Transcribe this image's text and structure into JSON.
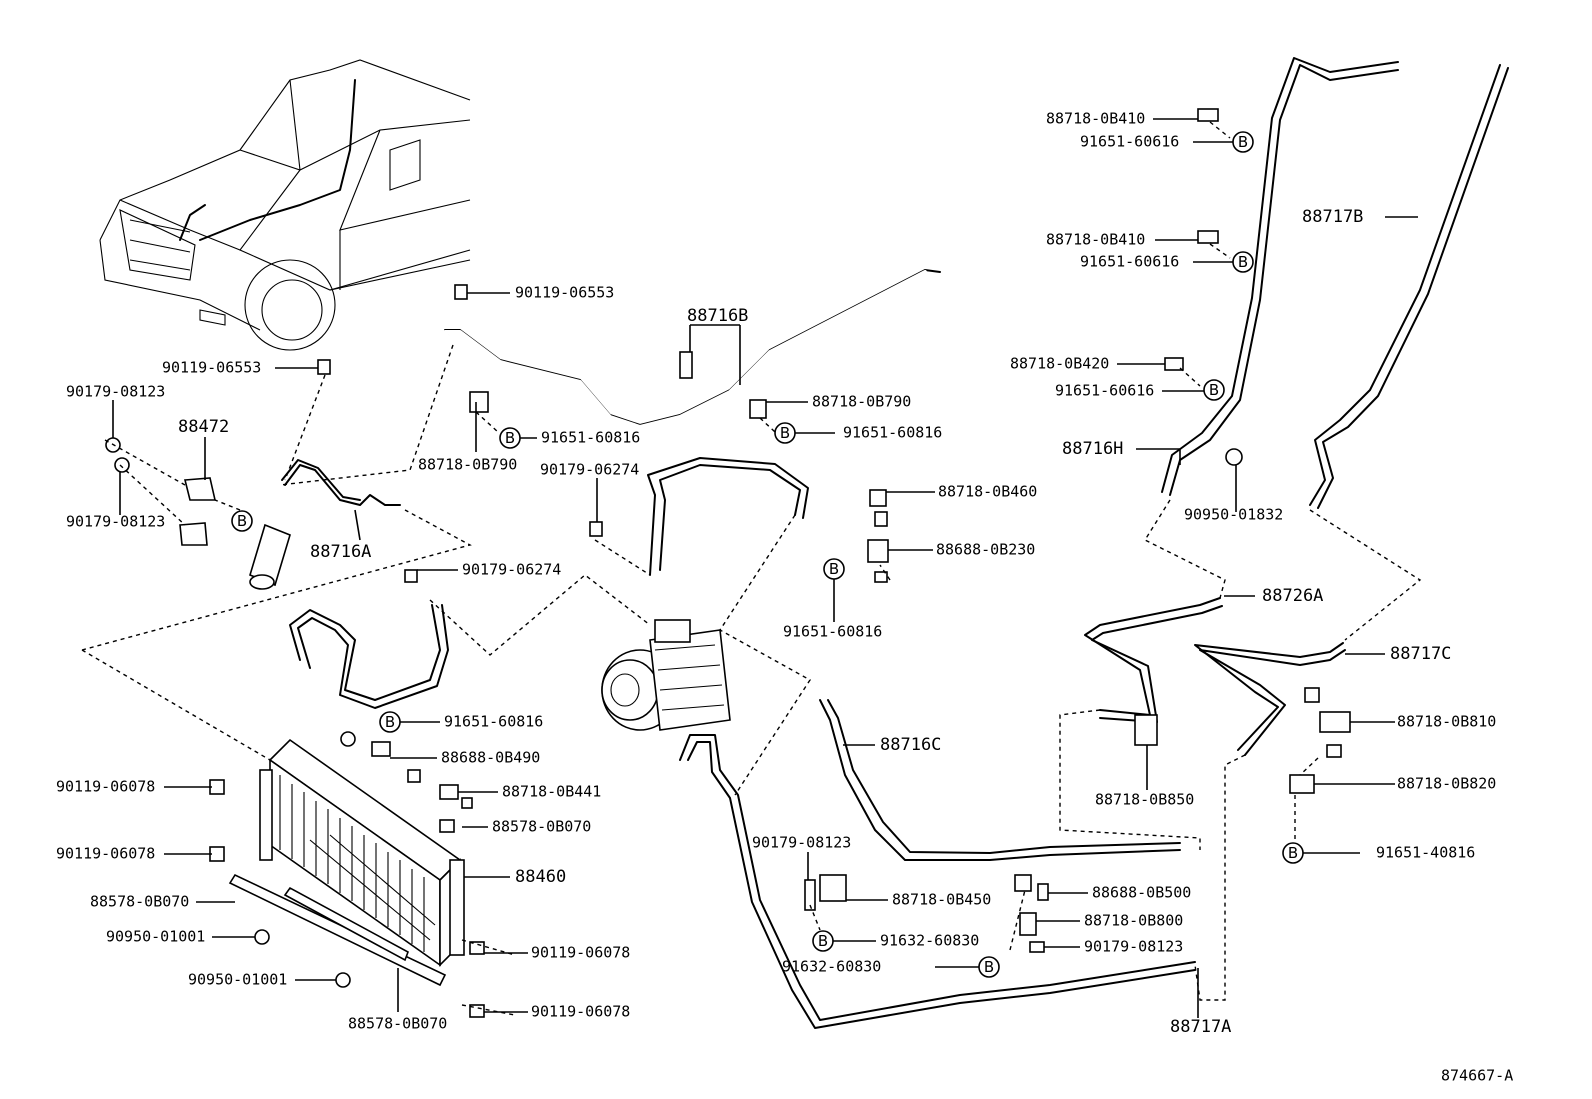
{
  "diagram_id": "874667-A",
  "marker_letter": "B",
  "labels": [
    {
      "key": "l_88718_0B410_a",
      "text": "88718-0B410"
    },
    {
      "key": "l_91651_60616_a",
      "text": "91651-60616"
    },
    {
      "key": "l_88718_0B410_b",
      "text": "88718-0B410"
    },
    {
      "key": "l_91651_60616_b",
      "text": "91651-60616"
    },
    {
      "key": "l_88717B",
      "text": "88717B"
    },
    {
      "key": "l_88718_0B420",
      "text": "88718-0B420"
    },
    {
      "key": "l_91651_60616_c",
      "text": "91651-60616"
    },
    {
      "key": "l_88716H",
      "text": "88716H"
    },
    {
      "key": "l_90950_01832",
      "text": "90950-01832"
    },
    {
      "key": "l_88726A",
      "text": "88726A"
    },
    {
      "key": "l_88717C",
      "text": "88717C"
    },
    {
      "key": "l_88718_0B810",
      "text": "88718-0B810"
    },
    {
      "key": "l_88718_0B820",
      "text": "88718-0B820"
    },
    {
      "key": "l_91651_40816",
      "text": "91651-40816"
    },
    {
      "key": "l_88718_0B850",
      "text": "88718-0B850"
    },
    {
      "key": "l_90119_06553_a",
      "text": "90119-06553"
    },
    {
      "key": "l_88716B",
      "text": "88716B"
    },
    {
      "key": "l_88718_0B790_a",
      "text": "88718-0B790"
    },
    {
      "key": "l_91651_60816_a",
      "text": "91651-60816"
    },
    {
      "key": "l_91651_60816_b",
      "text": "91651-60816"
    },
    {
      "key": "l_88718_0B790_b",
      "text": "88718-0B790"
    },
    {
      "key": "l_90119_06553_b",
      "text": "90119-06553"
    },
    {
      "key": "l_90179_08123_a",
      "text": "90179-08123"
    },
    {
      "key": "l_88472",
      "text": "88472"
    },
    {
      "key": "l_90179_08123_b",
      "text": "90179-08123"
    },
    {
      "key": "l_88716A",
      "text": "88716A"
    },
    {
      "key": "l_90179_06274_a",
      "text": "90179-06274"
    },
    {
      "key": "l_90179_06274_b",
      "text": "90179-06274"
    },
    {
      "key": "l_88718_0B460",
      "text": "88718-0B460"
    },
    {
      "key": "l_88688_0B230",
      "text": "88688-0B230"
    },
    {
      "key": "l_91651_60816_c",
      "text": "91651-60816"
    },
    {
      "key": "l_91651_60816_d",
      "text": "91651-60816"
    },
    {
      "key": "l_88688_0B490",
      "text": "88688-0B490"
    },
    {
      "key": "l_88718_0B441",
      "text": "88718-0B441"
    },
    {
      "key": "l_88578_0B070_a",
      "text": "88578-0B070"
    },
    {
      "key": "l_88460",
      "text": "88460"
    },
    {
      "key": "l_90119_06078_a",
      "text": "90119-06078"
    },
    {
      "key": "l_90119_06078_b",
      "text": "90119-06078"
    },
    {
      "key": "l_88578_0B070_b",
      "text": "88578-0B070"
    },
    {
      "key": "l_90950_01001_a",
      "text": "90950-01001"
    },
    {
      "key": "l_90950_01001_b",
      "text": "90950-01001"
    },
    {
      "key": "l_88578_0B070_c",
      "text": "88578-0B070"
    },
    {
      "key": "l_90119_06078_c",
      "text": "90119-06078"
    },
    {
      "key": "l_90119_06078_d",
      "text": "90119-06078"
    },
    {
      "key": "l_88716C",
      "text": "88716C"
    },
    {
      "key": "l_90179_08123_c",
      "text": "90179-08123"
    },
    {
      "key": "l_88718_0B450",
      "text": "88718-0B450"
    },
    {
      "key": "l_91632_60830_a",
      "text": "91632-60830"
    },
    {
      "key": "l_91632_60830_b",
      "text": "91632-60830"
    },
    {
      "key": "l_88688_0B500",
      "text": "88688-0B500"
    },
    {
      "key": "l_88718_0B800",
      "text": "88718-0B800"
    },
    {
      "key": "l_90179_08123_d",
      "text": "90179-08123"
    },
    {
      "key": "l_88717A",
      "text": "88717A"
    }
  ]
}
